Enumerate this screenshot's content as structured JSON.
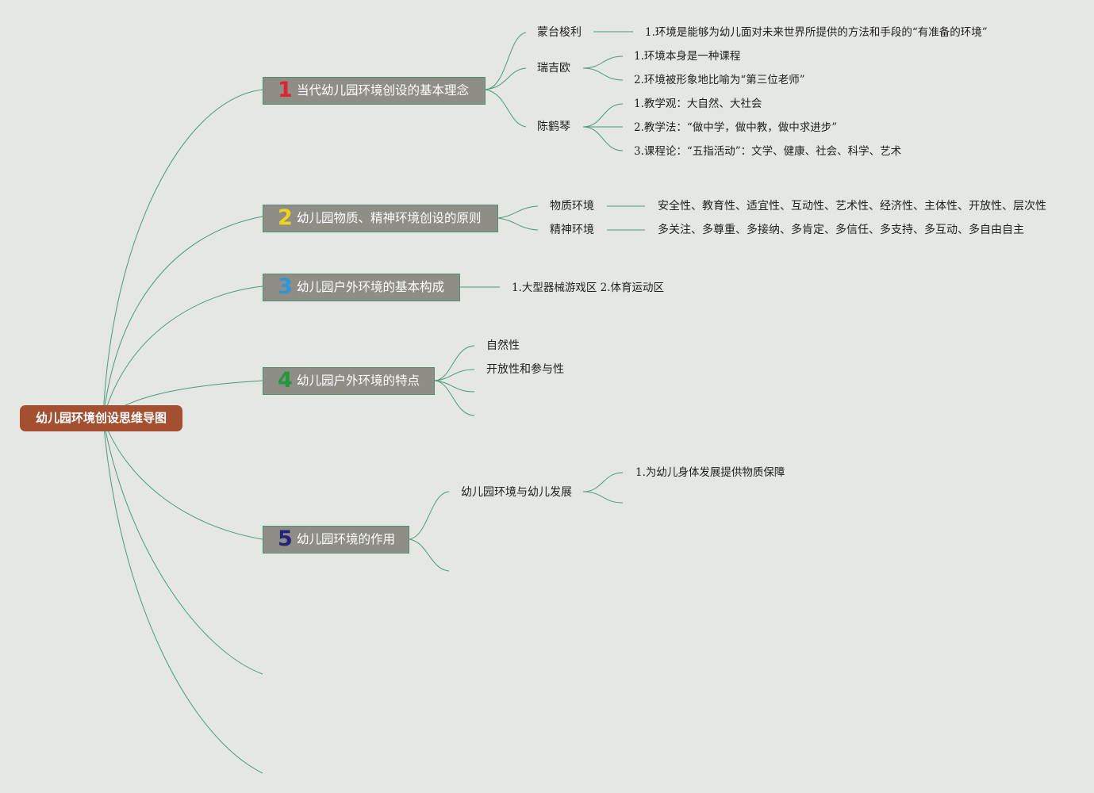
{
  "colors": {
    "link": "#4c9a7c",
    "root_bg": "#a34f30",
    "topic_bg": "#8e8d86",
    "background": "#e5e7e3"
  },
  "root": {
    "title": "幼儿园环境创设思维导图"
  },
  "topics": [
    {
      "number": "1",
      "number_color": "#e0232f",
      "title": "当代幼儿园环境创设的基本理念",
      "children": [
        {
          "label": "蒙台梭利",
          "notes": [
            "1.环境是能够为幼儿面对未来世界所提供的方法和手段的“有准备的环境”"
          ]
        },
        {
          "label": "瑞吉欧",
          "notes": [
            "1.环境本身是一种课程",
            "2.环境被形象地比喻为“第三位老师”"
          ]
        },
        {
          "label": "陈鹤琴",
          "notes": [
            "1.教学观：大自然、大社会",
            "2.教学法：“做中学，做中教，做中求进步”",
            "3.课程论：“五指活动”：文学、健康、社会、科学、艺术"
          ]
        }
      ]
    },
    {
      "number": "2",
      "number_color": "#f2d31c",
      "title": "幼儿园物质、精神环境创设的原则",
      "children": [
        {
          "label": "物质环境",
          "notes": [
            "安全性、教育性、适宜性、互动性、艺术性、经济性、主体性、开放性、层次性"
          ]
        },
        {
          "label": "精神环境",
          "notes": [
            "多关注、多尊重、多接纳、多肯定、多信任、多支持、多互动、多自由自主"
          ]
        }
      ]
    },
    {
      "number": "3",
      "number_color": "#2e95d8",
      "title": "幼儿园户外环境的基本构成",
      "children": [
        {
          "label": "1.大型器械游戏区 2.体育运动区"
        }
      ]
    },
    {
      "number": "4",
      "number_color": "#1f9a3a",
      "title": "幼儿园户外环境的特点",
      "children": [
        {
          "label": "自然性"
        },
        {
          "label": "开放性和参与性"
        },
        {
          "label": ""
        },
        {
          "label": ""
        }
      ]
    },
    {
      "number": "5",
      "number_color": "#22237a",
      "title": "幼儿园环境的作用",
      "children": [
        {
          "label": "幼儿园环境与幼儿发展",
          "notes": [
            "1.为幼儿身体发展提供物质保障",
            ""
          ]
        },
        {
          "label": ""
        }
      ]
    }
  ]
}
